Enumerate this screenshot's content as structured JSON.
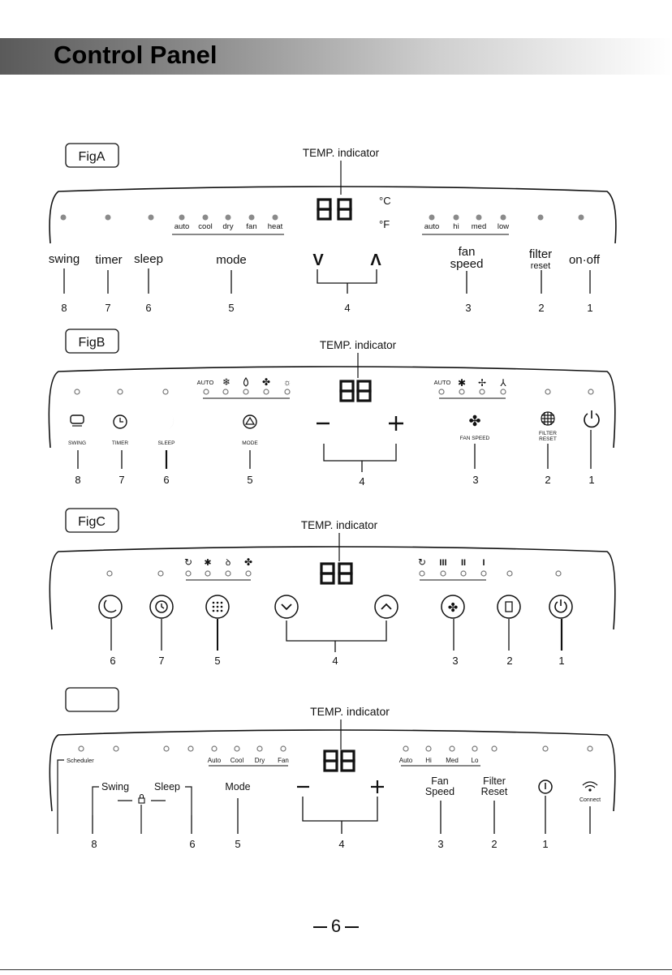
{
  "header": {
    "title": "Control Panel"
  },
  "page_number": "6",
  "figures": {
    "a": {
      "label": "FigA",
      "temp_indicator": "TEMP. indicator",
      "display": "88",
      "units": {
        "celsius": "°C",
        "fahrenheit": "°F"
      },
      "mode_labels": [
        "auto",
        "cool",
        "dry",
        "fan",
        "heat"
      ],
      "fan_labels": [
        "auto",
        "hi",
        "med",
        "low"
      ],
      "buttons": {
        "swing": "swing",
        "timer": "timer",
        "sleep": "sleep",
        "mode": "mode",
        "down": "V",
        "up": "Λ",
        "fan_line1": "fan",
        "fan_line2": "speed",
        "filter_line1": "filter",
        "filter_line2": "reset",
        "power": "on·off"
      },
      "callouts": [
        "8",
        "7",
        "6",
        "5",
        "4",
        "3",
        "2",
        "1"
      ]
    },
    "b": {
      "label": "FigB",
      "temp_indicator": "TEMP. indicator",
      "display": "88",
      "mode_auto": "AUTO",
      "fan_auto": "AUTO",
      "buttons": {
        "swing": "SWING",
        "timer": "TIMER",
        "sleep": "SLEEP",
        "mode": "MODE",
        "fan": "FAN SPEED",
        "filter_line1": "FILTER",
        "filter_line2": "RESET"
      },
      "callouts": [
        "8",
        "7",
        "6",
        "5",
        "4",
        "3",
        "2",
        "1"
      ]
    },
    "c": {
      "label": "FigC",
      "temp_indicator": "TEMP. indicator",
      "display": "88",
      "callouts": [
        "6",
        "7",
        "5",
        "4",
        "3",
        "2",
        "1"
      ]
    },
    "d": {
      "label": "",
      "temp_indicator": "TEMP. indicator",
      "display": "88",
      "scheduler": "Scheduler",
      "mode_labels": [
        "Auto",
        "Cool",
        "Dry",
        "Fan"
      ],
      "fan_labels": [
        "Auto",
        "Hi",
        "Med",
        "Lo"
      ],
      "buttons": {
        "swing": "Swing",
        "sleep": "Sleep",
        "mode": "Mode",
        "fan_line1": "Fan",
        "fan_line2": "Speed",
        "filter_line1": "Filter",
        "filter_line2": "Reset",
        "connect": "Connect"
      },
      "callouts": [
        "8",
        "6",
        "5",
        "4",
        "3",
        "2",
        "1"
      ]
    }
  },
  "colors": {
    "ink": "#111111",
    "led": "#8a8a8a",
    "header_dark": "#5a5a5a"
  }
}
